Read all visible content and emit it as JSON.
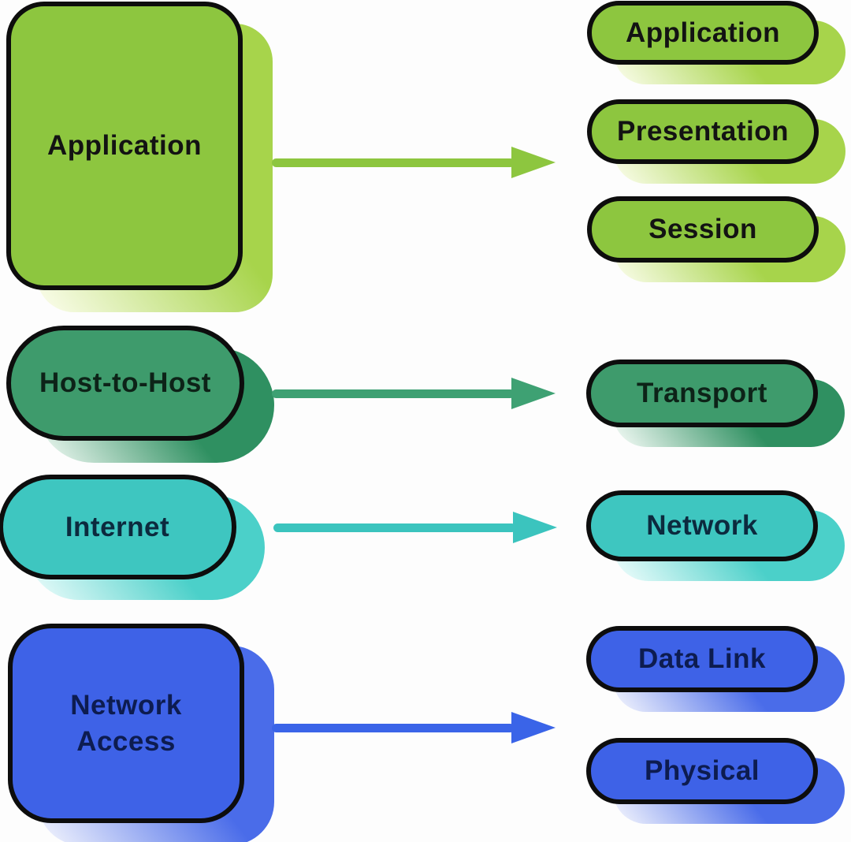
{
  "left_column": {
    "items": [
      {
        "label": "Application",
        "fill": "#8dc63f",
        "shadow": "#a7d44b",
        "text_color": "#131313"
      },
      {
        "label": "Host-to-Host",
        "fill": "#3e9b6c",
        "shadow": "#2f9061",
        "text_color": "#0d2318"
      },
      {
        "label": "Internet",
        "fill": "#3ec6c0",
        "shadow": "#4bd0c9",
        "text_color": "#0c2a3e"
      },
      {
        "label": "Network Access",
        "fill": "#3e62e7",
        "shadow": "#4a6ce9",
        "text_color": "#0d1c50"
      }
    ]
  },
  "right_column": {
    "items": [
      {
        "label": "Application",
        "fill": "#8dc63f"
      },
      {
        "label": "Presentation",
        "fill": "#8dc63f"
      },
      {
        "label": "Session",
        "fill": "#8dc63f"
      },
      {
        "label": "Transport",
        "fill": "#3e9b6c"
      },
      {
        "label": "Network",
        "fill": "#3ec6c0"
      },
      {
        "label": "Data Link",
        "fill": "#3e62e7"
      },
      {
        "label": "Physical",
        "fill": "#3e62e7"
      }
    ]
  },
  "arrows": [
    {
      "from": "Application",
      "to": "Application, Presentation, Session",
      "color": "#8dc63f"
    },
    {
      "from": "Host-to-Host",
      "to": "Transport",
      "color": "#3ea173"
    },
    {
      "from": "Internet",
      "to": "Network",
      "color": "#3bc4be"
    },
    {
      "from": "Network Access",
      "to": "Data Link, Physical",
      "color": "#3a64e8"
    }
  ],
  "border_color": "#0d0d0d",
  "background_color": "#fdfdfd"
}
